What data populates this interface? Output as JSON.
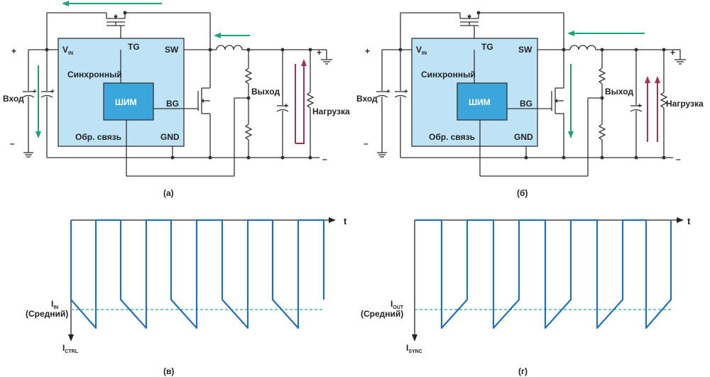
{
  "colors": {
    "wire": "#333333",
    "ic_fill": "#bfe3f6",
    "pwm_fill": "#3aa6dc",
    "green_arrow": "#1aa37a",
    "red_arrow": "#a33355",
    "waveform": "#2370b8",
    "average_line": "#29a39a"
  },
  "circuit_a": {
    "caption": "(а)",
    "vin_label": "V",
    "vin_sub": "IN",
    "tg": "TG",
    "sw": "SW",
    "bg": "BG",
    "gnd": "GND",
    "sync_label": "Синхронный",
    "pwm_label": "ШИМ",
    "feedback_label": "Обр. связь",
    "input_label": "Вход",
    "output_label": "Выход",
    "load_label": "Нагрузка",
    "plus": "+",
    "minus": "–"
  },
  "circuit_b": {
    "caption": "(б)",
    "vin_label": "V",
    "vin_sub": "IN",
    "tg": "TG",
    "sw": "SW",
    "bg": "BG",
    "gnd": "GND",
    "sync_label": "Синхронный",
    "pwm_label": "ШИМ",
    "feedback_label": "Обр. связь",
    "input_label": "Вход",
    "output_label": "Выход",
    "load_label": "Нагрузка",
    "plus": "+",
    "minus": "–"
  },
  "waveform_c": {
    "caption": "(в)",
    "t_label": "t",
    "avg_label": "I",
    "avg_sub": "IN",
    "avg_note": "(Средний)",
    "y_label": "I",
    "y_sub": "CTRL"
  },
  "waveform_d": {
    "caption": "(г)",
    "t_label": "t",
    "avg_label": "I",
    "avg_sub": "OUT",
    "avg_note": "(Средний)",
    "y_label": "I",
    "y_sub": "SYNC"
  }
}
